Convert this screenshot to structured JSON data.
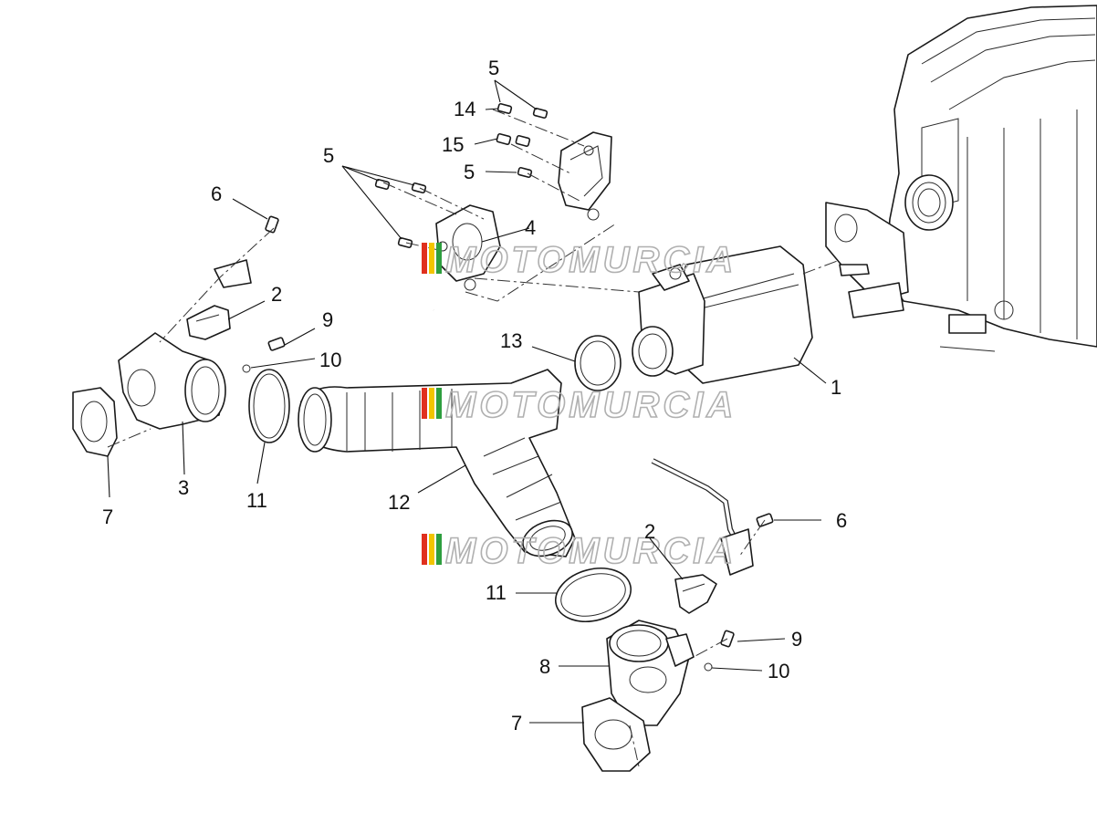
{
  "watermark": {
    "text": "MOTOMURCIA",
    "colors": [
      "#e0301e",
      "#f2c500",
      "#2e9e3e",
      "#b0b0b0"
    ]
  },
  "callouts": [
    {
      "id": "c1",
      "label": "1"
    },
    {
      "id": "c2a",
      "label": "2"
    },
    {
      "id": "c2b",
      "label": "2"
    },
    {
      "id": "c3",
      "label": "3"
    },
    {
      "id": "c4",
      "label": "4"
    },
    {
      "id": "c5a",
      "label": "5"
    },
    {
      "id": "c5b",
      "label": "5"
    },
    {
      "id": "c5c",
      "label": "5"
    },
    {
      "id": "c6a",
      "label": "6"
    },
    {
      "id": "c6b",
      "label": "6"
    },
    {
      "id": "c7a",
      "label": "7"
    },
    {
      "id": "c7b",
      "label": "7"
    },
    {
      "id": "c8",
      "label": "8"
    },
    {
      "id": "c9a",
      "label": "9"
    },
    {
      "id": "c9b",
      "label": "9"
    },
    {
      "id": "c10a",
      "label": "10"
    },
    {
      "id": "c10b",
      "label": "10"
    },
    {
      "id": "c11a",
      "label": "11"
    },
    {
      "id": "c11b",
      "label": "11"
    },
    {
      "id": "c12",
      "label": "12"
    },
    {
      "id": "c13",
      "label": "13"
    },
    {
      "id": "c14",
      "label": "14"
    },
    {
      "id": "c15",
      "label": "15"
    }
  ]
}
